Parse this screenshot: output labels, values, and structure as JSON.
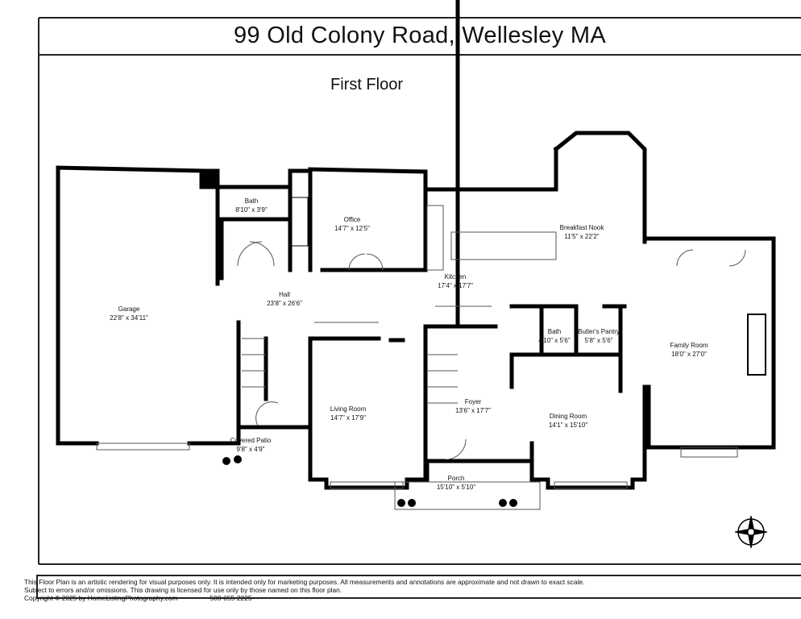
{
  "title": "99 Old Colony Road, Wellesley MA",
  "subtitle": "First Floor",
  "rooms": [
    {
      "name": "Garage",
      "size": "22'8\" x 34'11\""
    },
    {
      "name": "Bath",
      "size": "8'10\" x 3'9\""
    },
    {
      "name": "Office",
      "size": "14'7\" x 12'5\""
    },
    {
      "name": "Breakfast Nook",
      "size": "11'5\" x 22'2\""
    },
    {
      "name": "Kitchen",
      "size": "17'4\" x 17'7\""
    },
    {
      "name": "Hall",
      "size": "23'8\" x 26'6\""
    },
    {
      "name": "Bath",
      "size": "4'10\" x 5'6\""
    },
    {
      "name": "Butler's Pantry",
      "size": "5'8\" x 5'6\""
    },
    {
      "name": "Family Room",
      "size": "18'0\" x 27'0\""
    },
    {
      "name": "Living Room",
      "size": "14'7\" x 17'9\""
    },
    {
      "name": "Foyer",
      "size": "13'6\" x 17'7\""
    },
    {
      "name": "Dining Room",
      "size": "14'1\" x 15'10\""
    },
    {
      "name": "Covered Patio",
      "size": "9'8\" x 4'9\""
    },
    {
      "name": "Porch",
      "size": "15'10\" x 5'10\""
    }
  ],
  "footer": {
    "line1": "This Floor Plan is an artistic rendering for visual purposes only. It is intended only for marketing purposes. All measurements and annotations are approximate and not drawn to exact scale.",
    "line2": "Subject to errors and/or omissions. This drawing is licensed for use only by those named on this floor plan.",
    "line3": "Copyright © 2025 by HomeListingPhotography.com",
    "phone": "508-655-2225"
  },
  "compass_icon": "compass-rose-icon"
}
